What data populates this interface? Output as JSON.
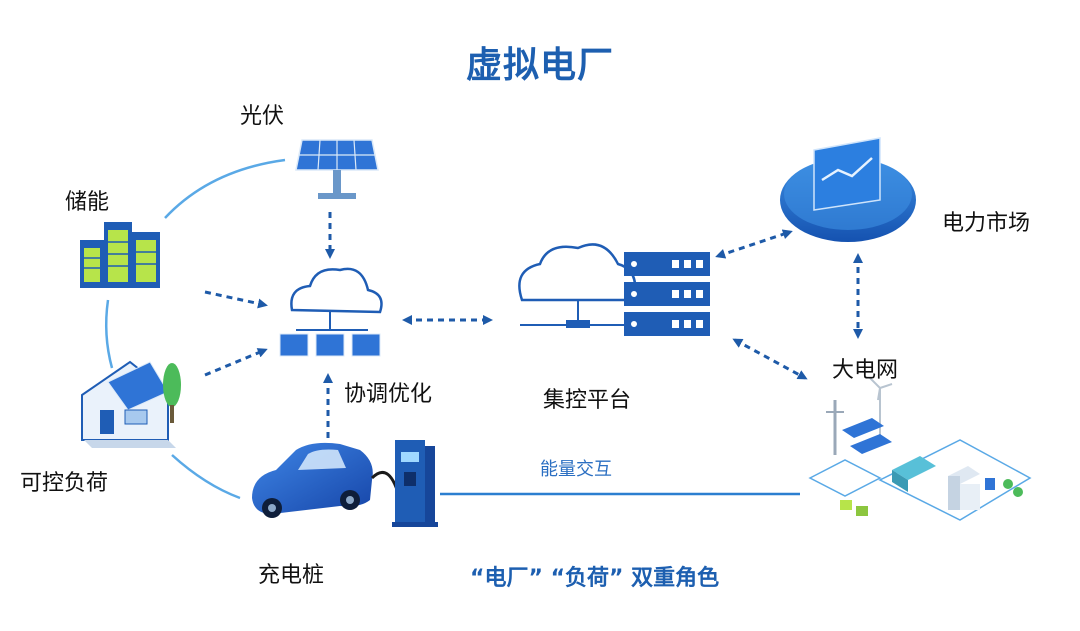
{
  "title": "虚拟电厂",
  "nodes": {
    "pv": "光伏",
    "storage": "储能",
    "controllable_load": "可控负荷",
    "charging_pile": "充电桩",
    "coordination": "协调优化",
    "platform": "集控平台",
    "market": "电力市场",
    "grid": "大电网"
  },
  "energy_exchange": "能量交互",
  "footer": "“电厂” “负荷” 双重角色",
  "colors": {
    "title": "#1d5fb0",
    "accent": "#2b6fc2",
    "line": "#5aa9e6",
    "arrow": "#1e5aa8"
  },
  "icons": {
    "pv": "solar-panel-icon",
    "storage": "battery-building-icon",
    "controllable_load": "house-icon",
    "charging_pile": "ev-charger-icon",
    "coordination": "cloud-cluster-icon",
    "platform": "cloud-server-icon",
    "market": "market-platform-icon",
    "grid": "power-grid-icon"
  }
}
